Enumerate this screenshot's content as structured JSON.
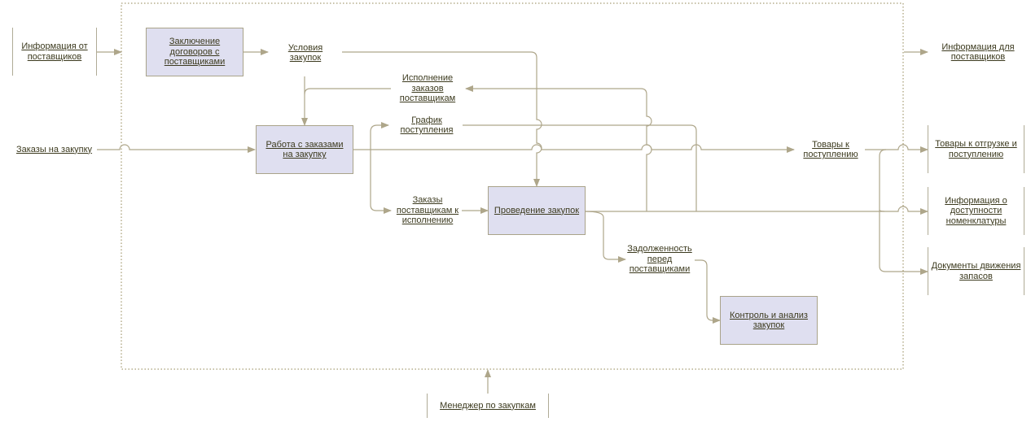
{
  "colors": {
    "line": "#aea68a",
    "box_fill": "#dfdff0",
    "box_border": "#a9a38a",
    "text": "#3c3a1e",
    "frame": "#b5ad8c"
  },
  "processes": {
    "contracts": "Заключение договоров с поставщиками",
    "orders_work": "Работа с заказами на закупку",
    "purchasing": "Проведение закупок",
    "control": "Контроль и анализ закупок"
  },
  "external": {
    "info_from_suppliers": "Информация от поставщиков",
    "info_for_suppliers": "Информация для поставщиков",
    "goods_shipment": "Товары к отгрузке и поступлению",
    "availability_info": "Информация о доступности номенклатуры",
    "stock_documents": "Документы движения запасов",
    "manager": "Менеджер по закупкам"
  },
  "flows": {
    "purchase_orders": "Заказы на закупку",
    "purchase_terms": "Условия закупок",
    "supplier_fulfillment": "Исполнение заказов поставщикам",
    "receipt_schedule": "График поступления",
    "goods_incoming": "Товары к поступлению",
    "orders_to_execute": "Заказы поставщикам к исполнению",
    "supplier_debt": "Задолженность перед поставщиками"
  }
}
